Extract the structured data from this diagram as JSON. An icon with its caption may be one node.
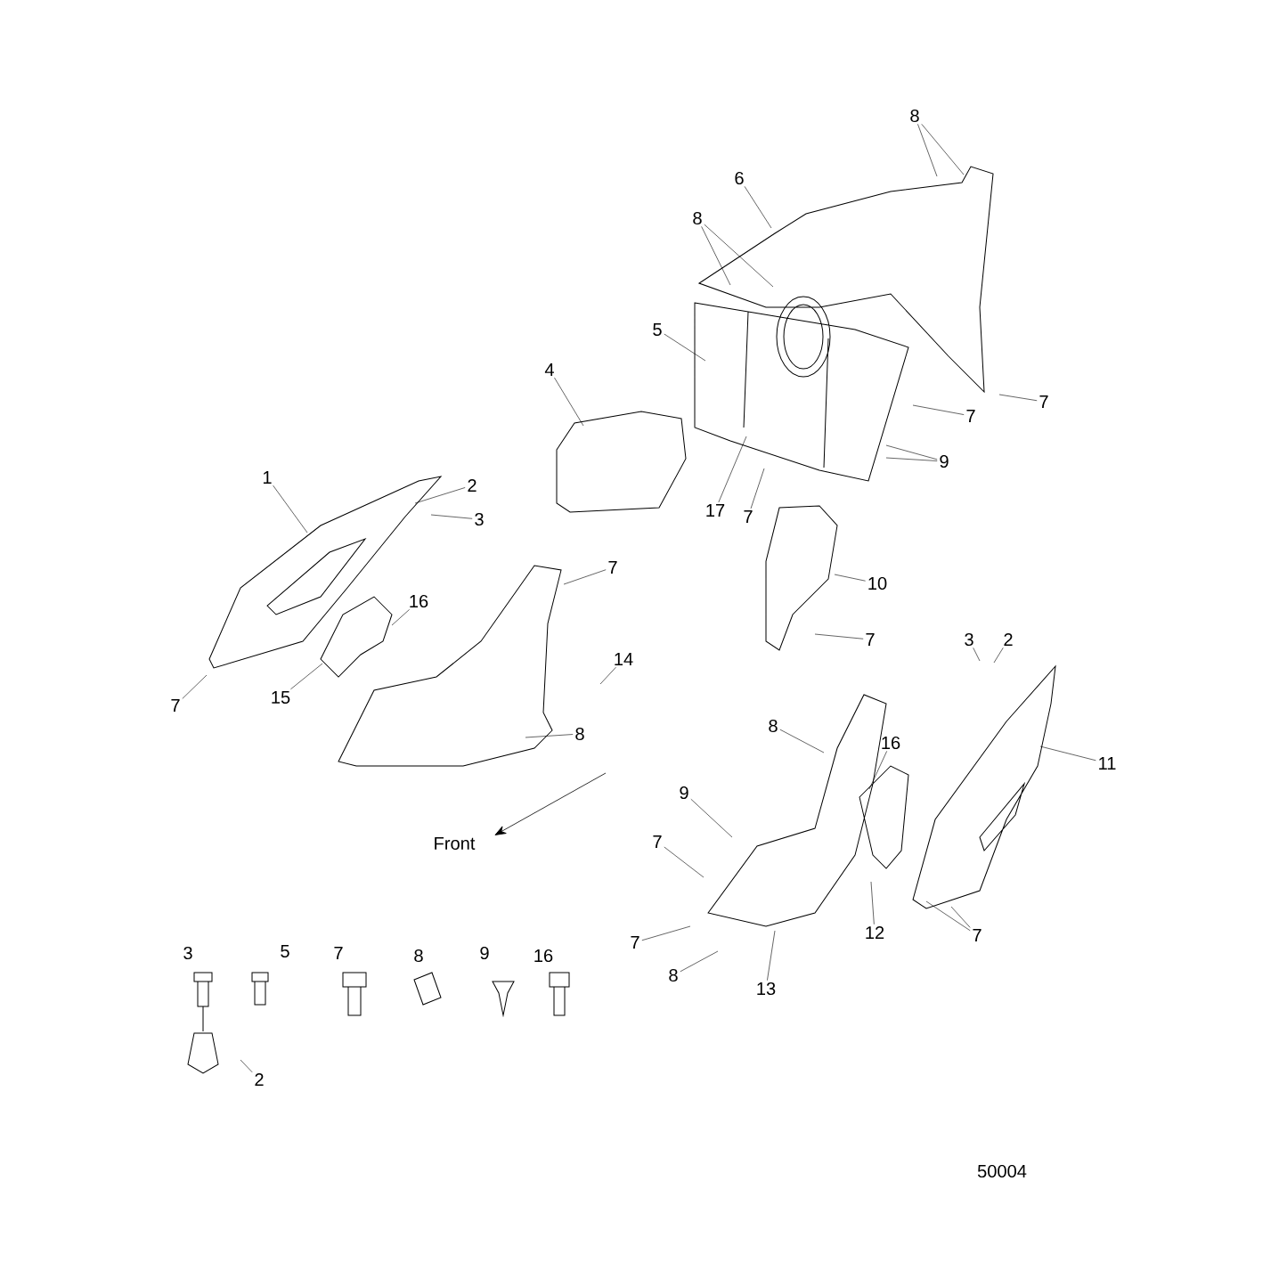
{
  "diagram": {
    "nodes": [
      {
        "text": [
          "8"
        ]
      },
      {
        "text": [
          "6"
        ]
      },
      {
        "text": [
          "8"
        ]
      },
      {
        "text": [
          "5"
        ]
      },
      {
        "text": [
          "4"
        ]
      },
      {
        "text": [
          "7"
        ]
      },
      {
        "text": [
          "7"
        ]
      },
      {
        "text": [
          "9"
        ]
      },
      {
        "text": [
          "1"
        ]
      },
      {
        "text": [
          "2"
        ]
      },
      {
        "text": [
          "17"
        ]
      },
      {
        "text": [
          "7"
        ]
      },
      {
        "text": [
          "3"
        ]
      },
      {
        "text": [
          "7"
        ]
      },
      {
        "text": [
          "10"
        ]
      },
      {
        "text": [
          "16"
        ]
      },
      {
        "text": [
          "7"
        ]
      },
      {
        "text": [
          "3"
        ]
      },
      {
        "text": [
          "2"
        ]
      },
      {
        "text": [
          "14"
        ]
      },
      {
        "text": [
          "15"
        ]
      },
      {
        "text": [
          "7"
        ]
      },
      {
        "text": [
          "8"
        ]
      },
      {
        "text": [
          "8"
        ]
      },
      {
        "text": [
          "16"
        ]
      },
      {
        "text": [
          "11"
        ]
      },
      {
        "text": [
          "9"
        ]
      },
      {
        "text": [
          "7"
        ]
      },
      {
        "text": [
          "12"
        ]
      },
      {
        "text": [
          "7"
        ]
      },
      {
        "text": [
          "7"
        ]
      },
      {
        "text": [
          "8"
        ]
      },
      {
        "text": [
          "13"
        ]
      },
      {
        "text": [
          "2"
        ]
      }
    ],
    "edges": [
      {
        "from": 0,
        "to": null,
        "arrow": "none"
      },
      {
        "from": 0,
        "to": null,
        "arrow": "none"
      },
      {
        "from": 1,
        "to": null,
        "arrow": "none"
      },
      {
        "from": 2,
        "to": null,
        "arrow": "none"
      },
      {
        "from": 2,
        "to": null,
        "arrow": "none"
      },
      {
        "from": 3,
        "to": null,
        "arrow": "none"
      },
      {
        "from": 4,
        "to": null,
        "arrow": "none"
      },
      {
        "from": 5,
        "to": null,
        "arrow": "none"
      },
      {
        "from": 6,
        "to": null,
        "arrow": "none"
      },
      {
        "from": 7,
        "to": null,
        "arrow": "none"
      },
      {
        "from": 7,
        "to": null,
        "arrow": "none"
      },
      {
        "from": 8,
        "to": null,
        "arrow": "none"
      },
      {
        "from": 9,
        "to": null,
        "arrow": "none"
      },
      {
        "from": 10,
        "to": null,
        "arrow": "none"
      },
      {
        "from": 11,
        "to": null,
        "arrow": "none"
      },
      {
        "from": 12,
        "to": null,
        "arrow": "none"
      },
      {
        "from": 13,
        "to": null,
        "arrow": "none"
      },
      {
        "from": 14,
        "to": null,
        "arrow": "none"
      },
      {
        "from": 15,
        "to": null,
        "arrow": "none"
      },
      {
        "from": 16,
        "to": null,
        "arrow": "none"
      },
      {
        "from": 17,
        "to": null,
        "arrow": "none"
      },
      {
        "from": 18,
        "to": null,
        "arrow": "none"
      },
      {
        "from": 19,
        "to": null,
        "arrow": "none"
      },
      {
        "from": 20,
        "to": null,
        "arrow": "none"
      },
      {
        "from": 21,
        "to": null,
        "arrow": "none"
      },
      {
        "from": 22,
        "to": null,
        "arrow": "none"
      },
      {
        "from": 23,
        "to": null,
        "arrow": "none"
      },
      {
        "from": 24,
        "to": null,
        "arrow": "none"
      },
      {
        "from": 25,
        "to": null,
        "arrow": "none"
      },
      {
        "from": 26,
        "to": null,
        "arrow": "none"
      },
      {
        "from": 27,
        "to": null,
        "arrow": "none"
      },
      {
        "from": 28,
        "to": null,
        "arrow": "none"
      },
      {
        "from": 29,
        "to": null,
        "arrow": "none"
      },
      {
        "from": 29,
        "to": null,
        "arrow": "none"
      },
      {
        "from": 30,
        "to": null,
        "arrow": "none"
      },
      {
        "from": 31,
        "to": null,
        "arrow": "none"
      },
      {
        "from": 32,
        "to": null,
        "arrow": "none"
      },
      {
        "from": 33,
        "to": null,
        "arrow": "none"
      }
    ],
    "labels": [
      "Front",
      "3",
      "5",
      "7",
      "8",
      "9",
      "16",
      "50004"
    ]
  }
}
